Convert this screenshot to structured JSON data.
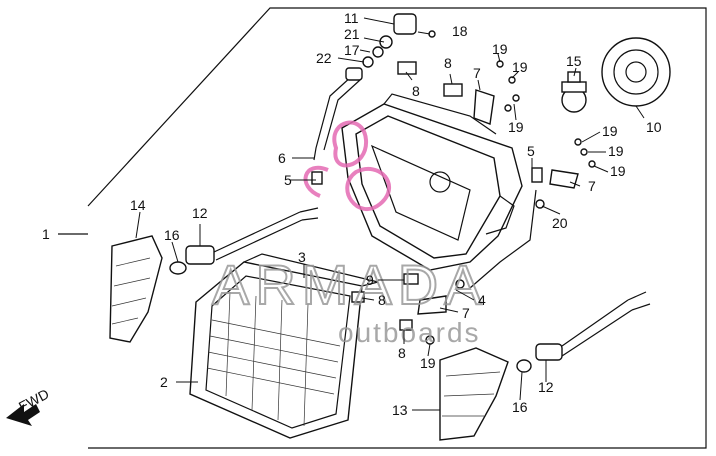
{
  "diagram": {
    "callouts": [
      "1",
      "2",
      "3",
      "4",
      "5",
      "5",
      "6",
      "7",
      "7",
      "7",
      "8",
      "8",
      "8",
      "8",
      "9",
      "10",
      "11",
      "12",
      "12",
      "13",
      "14",
      "15",
      "16",
      "16",
      "17",
      "18",
      "19",
      "19",
      "19",
      "19",
      "19",
      "19",
      "19",
      "20",
      "21",
      "22"
    ],
    "front_indicator": "FWD"
  },
  "watermark": {
    "brand": "ARMADA",
    "sub": "outboards"
  },
  "colors": {
    "line": "#111111",
    "watermark_text": "#9a9a9a",
    "watermark_logo": "#e46bb3"
  }
}
